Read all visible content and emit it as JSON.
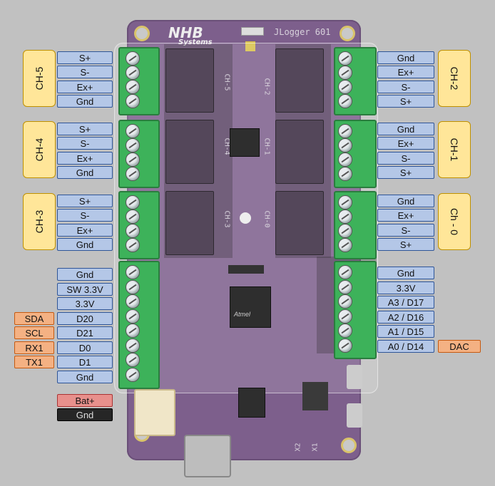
{
  "board": {
    "brand_top": "NHB",
    "brand_bottom": "Systems",
    "model": "JLogger 601",
    "silk_ch5": "CH-5",
    "silk_ch2": "CH-2",
    "silk_ch4": "CH-4",
    "silk_ch1": "CH-1",
    "silk_ch3": "CH-3",
    "silk_ch0": "CH-0",
    "silk_atmel": "Atmel",
    "silk_x1": "X1",
    "silk_x2": "X2"
  },
  "left_channels": [
    {
      "name": "CH-5",
      "pins": [
        "S+",
        "S-",
        "Ex+",
        "Gnd"
      ]
    },
    {
      "name": "CH-4",
      "pins": [
        "S+",
        "S-",
        "Ex+",
        "Gnd"
      ]
    },
    {
      "name": "CH-3",
      "pins": [
        "S+",
        "S-",
        "Ex+",
        "Gnd"
      ]
    }
  ],
  "right_channels": [
    {
      "name": "CH-2",
      "pins": [
        "Gnd",
        "Ex+",
        "S-",
        "S+"
      ]
    },
    {
      "name": "CH-1",
      "pins": [
        "Gnd",
        "Ex+",
        "S-",
        "S+"
      ]
    },
    {
      "name": "Ch - 0",
      "pins": [
        "Gnd",
        "Ex+",
        "S-",
        "S+"
      ]
    }
  ],
  "left_io": {
    "pins": [
      "Gnd",
      "SW 3.3V",
      "3.3V",
      "D20",
      "D21",
      "D0",
      "D1",
      "Gnd"
    ],
    "alt": [
      "",
      "",
      "",
      "SDA",
      "SCL",
      "RX1",
      "TX1",
      ""
    ]
  },
  "right_io": {
    "pins": [
      "Gnd",
      "3.3V",
      "A3 / D17",
      "A2 / D16",
      "A1 / D15",
      "A0 / D14"
    ],
    "alt": [
      "",
      "",
      "",
      "",
      "",
      "DAC"
    ]
  },
  "power": {
    "bat": "Bat+",
    "gnd": "Gnd"
  },
  "colors": {
    "pin_label": "#b4c7e7",
    "alt_label": "#f4b183",
    "channel_label": "#ffe699",
    "bat_label": "#e8908c",
    "gnd_label": "#262626",
    "board": "#7d5f8c",
    "terminal": "#3db25a"
  }
}
